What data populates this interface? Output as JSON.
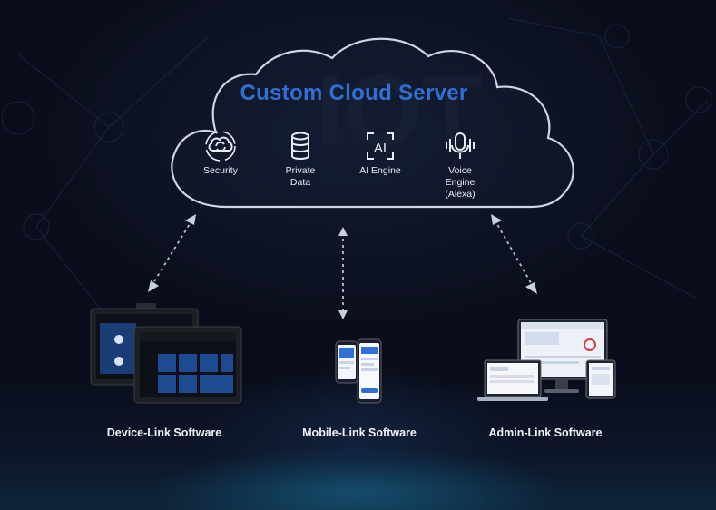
{
  "cloud": {
    "title": "Custom Cloud Server",
    "watermark": "IOT",
    "features": [
      {
        "icon": "cloud-sync-icon",
        "label": "Security"
      },
      {
        "icon": "database-icon",
        "label": "Private\nData"
      },
      {
        "icon": "ai-icon",
        "label": "AI Engine",
        "badge": "AI"
      },
      {
        "icon": "voice-mic-icon",
        "label": "Voice\nEngine\n(Alexa)"
      }
    ]
  },
  "endpoints": [
    {
      "label": "Device-Link Software",
      "icon": "touch-panel-device"
    },
    {
      "label": "Mobile-Link Software",
      "icon": "smartphones"
    },
    {
      "label": "Admin-Link Software",
      "icon": "admin-devices"
    }
  ],
  "colors": {
    "background": "#0a0e1c",
    "title": "#2f6fd6",
    "cloud_outline": "#cfd5e2",
    "connector": "#b8c0d0",
    "floor_glow": "#1eb4e6"
  }
}
